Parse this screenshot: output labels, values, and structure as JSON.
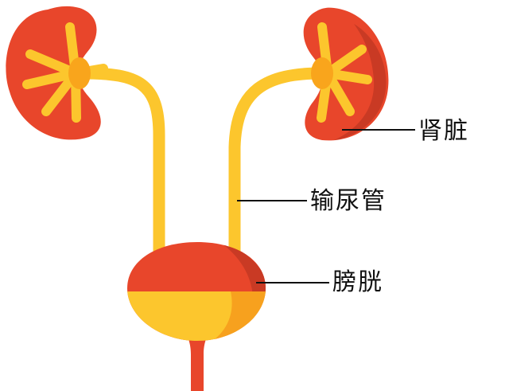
{
  "labels": {
    "kidney": "肾脏",
    "ureter": "输尿管",
    "bladder": "膀胱"
  },
  "colors": {
    "organ_red": "#e8462b",
    "organ_shadow": "#c93a24",
    "tube_yellow": "#fcc62d",
    "pelvis_orange": "#f9a51c",
    "urine_yellow": "#fcc62d",
    "urine_shadow": "#f7a11e",
    "leader_line": "#111111"
  }
}
